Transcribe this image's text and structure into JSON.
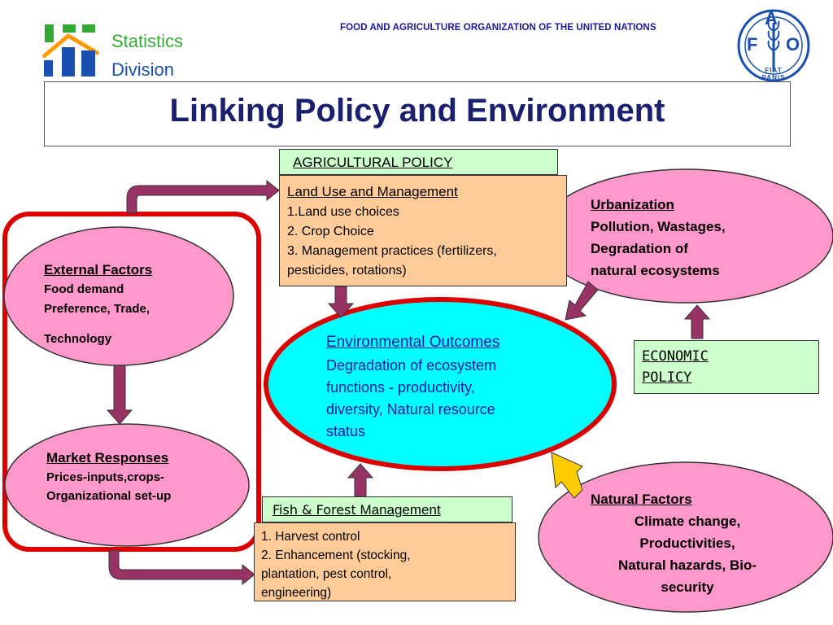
{
  "header": {
    "division_line1": "Statistics",
    "division_line2": "Division",
    "organization": "FOOD AND AGRICULTURE ORGANIZATION OF THE UNITED NATIONS",
    "fao_letters": [
      "F",
      "A",
      "O"
    ],
    "fao_motto": "FIAT PANIS",
    "title": "Linking Policy and Environment"
  },
  "agri_policy": {
    "label": "AGRICULTURAL POLICY"
  },
  "land_use": {
    "heading": "Land Use and Management",
    "lines": [
      "1.Land use choices",
      "2. Crop Choice",
      "3. Management practices (fertilizers,",
      "pesticides, rotations)"
    ]
  },
  "urbanization": {
    "heading": "Urbanization",
    "lines": [
      "Pollution, Wastages,",
      "Degradation of",
      "natural ecosystems"
    ]
  },
  "external_factors": {
    "heading": "External Factors",
    "lines": [
      "Food demand",
      "Preference, Trade,",
      "Technology"
    ]
  },
  "market_responses": {
    "heading": "Market Responses",
    "lines": [
      "Prices-inputs,crops-",
      "Organizational set-up"
    ]
  },
  "env_outcomes": {
    "heading": "Environmental Outcomes",
    "lines": [
      "Degradation of ecosystem",
      "functions - productivity,",
      "diversity, Natural resource",
      "status"
    ]
  },
  "economic_policy": {
    "line1": "ECONOMIC",
    "line2": "POLICY"
  },
  "natural_factors": {
    "heading": "Natural Factors",
    "lines": [
      "Climate change,",
      "Productivities,",
      "Natural hazards, Bio-",
      "security"
    ]
  },
  "fish_forest": {
    "label_a": "Fish & Forest",
    "label_b": " Management",
    "lines": [
      "1. Harvest control",
      "2. Enhancement  (stocking,",
      "plantation, pest control,",
      "engineering)"
    ]
  },
  "colors": {
    "pink": "#ff99cc",
    "cyan": "#00ffff",
    "red_outline": "#dd0000",
    "arrow_purple": "#993366",
    "arrow_gold": "#ffcc00",
    "green_box": "#ccffcc",
    "tan_box": "#ffcc99"
  }
}
